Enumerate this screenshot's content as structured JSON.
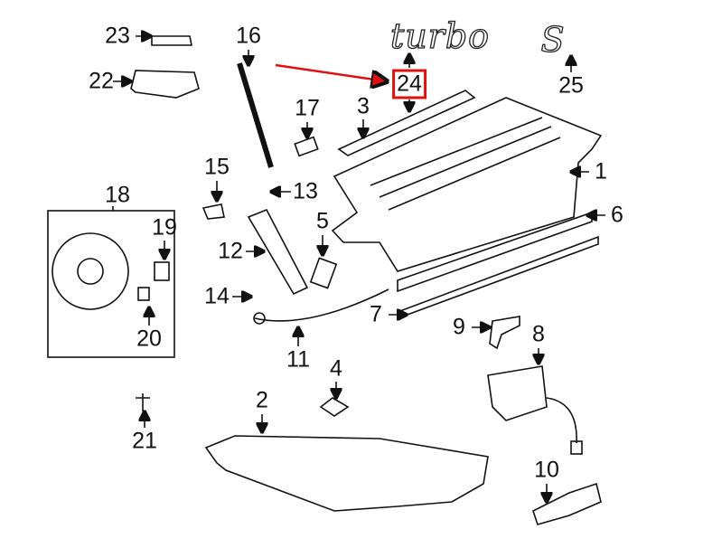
{
  "diagram": {
    "badge_turbo": "turbo",
    "badge_s": "S",
    "highlight_color": "#e01010",
    "callouts": [
      "1",
      "2",
      "3",
      "4",
      "5",
      "6",
      "7",
      "8",
      "9",
      "10",
      "11",
      "12",
      "13",
      "14",
      "15",
      "16",
      "17",
      "18",
      "19",
      "20",
      "21",
      "22",
      "23",
      "24",
      "25"
    ],
    "highlighted": "24"
  }
}
